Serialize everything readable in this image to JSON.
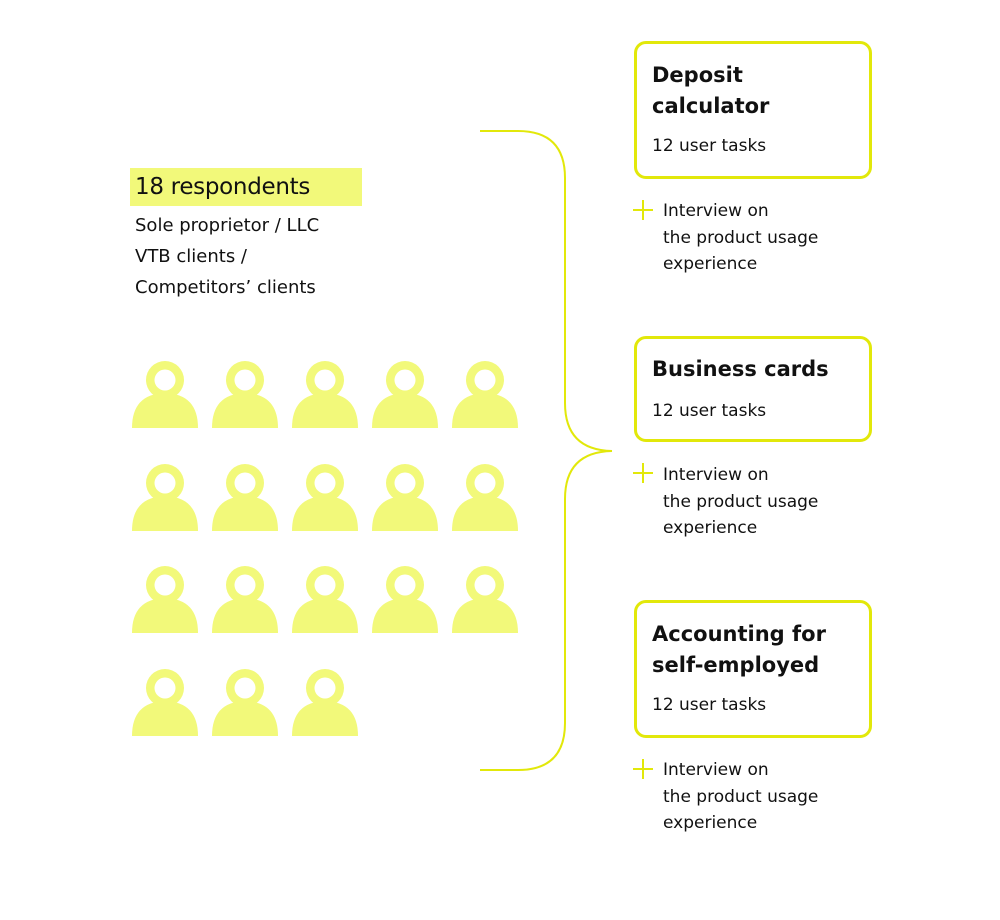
{
  "respondents": {
    "title": "18 respondents",
    "lines": [
      "Sole proprietor / LLC",
      "VTB clients /",
      "Competitors’ clients"
    ],
    "count": 18
  },
  "products": [
    {
      "title_lines": [
        "Deposit",
        "calculator"
      ],
      "tasks": "12 user tasks",
      "note_lines": [
        "Interview on",
        "the product usage",
        "experience"
      ]
    },
    {
      "title_lines": [
        "Business cards"
      ],
      "tasks": "12 user tasks",
      "note_lines": [
        "Interview on",
        "the product usage",
        "experience"
      ]
    },
    {
      "title_lines": [
        "Accounting for",
        "self-employed"
      ],
      "tasks": "12 user tasks",
      "note_lines": [
        "Interview on",
        "the product usage",
        "experience"
      ]
    }
  ],
  "colors": {
    "highlight": "#F2F97A",
    "accent": "#E2E80A",
    "icon": "#F2F97A"
  }
}
